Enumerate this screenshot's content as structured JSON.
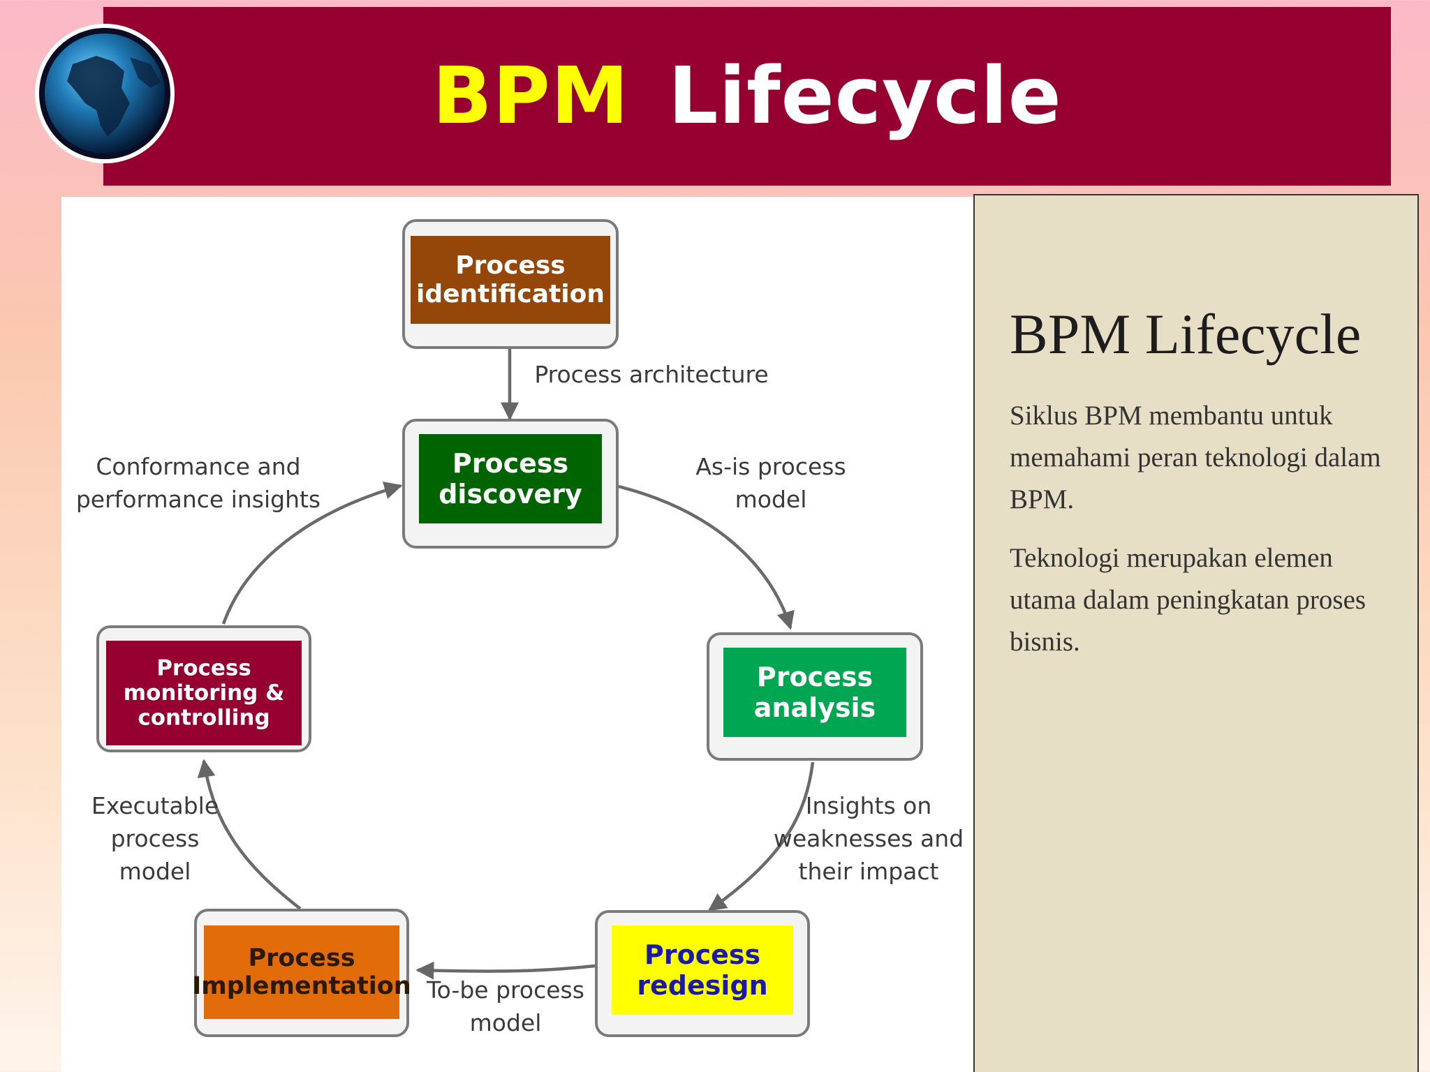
{
  "header": {
    "title_part1": "BPM",
    "title_part2": "Lifecycle",
    "logo_icon": "globe-icon"
  },
  "colors": {
    "header_bg": "#950031",
    "title_accent": "#ffff00",
    "identification": "#95470a",
    "discovery": "#006400",
    "analysis": "#00a651",
    "redesign": "#ffff00",
    "implementation": "#e36c0a",
    "monitoring": "#950031"
  },
  "diagram": {
    "nodes": {
      "identification": [
        "Process",
        "identification"
      ],
      "discovery": [
        "Process",
        "discovery"
      ],
      "analysis": [
        "Process",
        "analysis"
      ],
      "redesign": [
        "Process",
        "redesign"
      ],
      "implementation": [
        "Process",
        "Implementation"
      ],
      "monitoring": [
        "Process",
        "monitoring &",
        "controlling"
      ]
    },
    "edges": {
      "architecture": [
        "Process architecture"
      ],
      "asis": [
        "As-is process",
        "model"
      ],
      "insights": [
        "Insights on",
        "weaknesses and",
        "their impact"
      ],
      "tobe": [
        "To-be process",
        "model"
      ],
      "executable": [
        "Executable",
        "process",
        "model"
      ],
      "conformance": [
        "Conformance and",
        "performance insights"
      ]
    }
  },
  "sidebar": {
    "title": "BPM Lifecycle",
    "para1": "Siklus BPM membantu untuk memahami peran teknologi dalam BPM.",
    "para2": "Teknologi merupakan elemen utama dalam peningkatan proses bisnis."
  }
}
